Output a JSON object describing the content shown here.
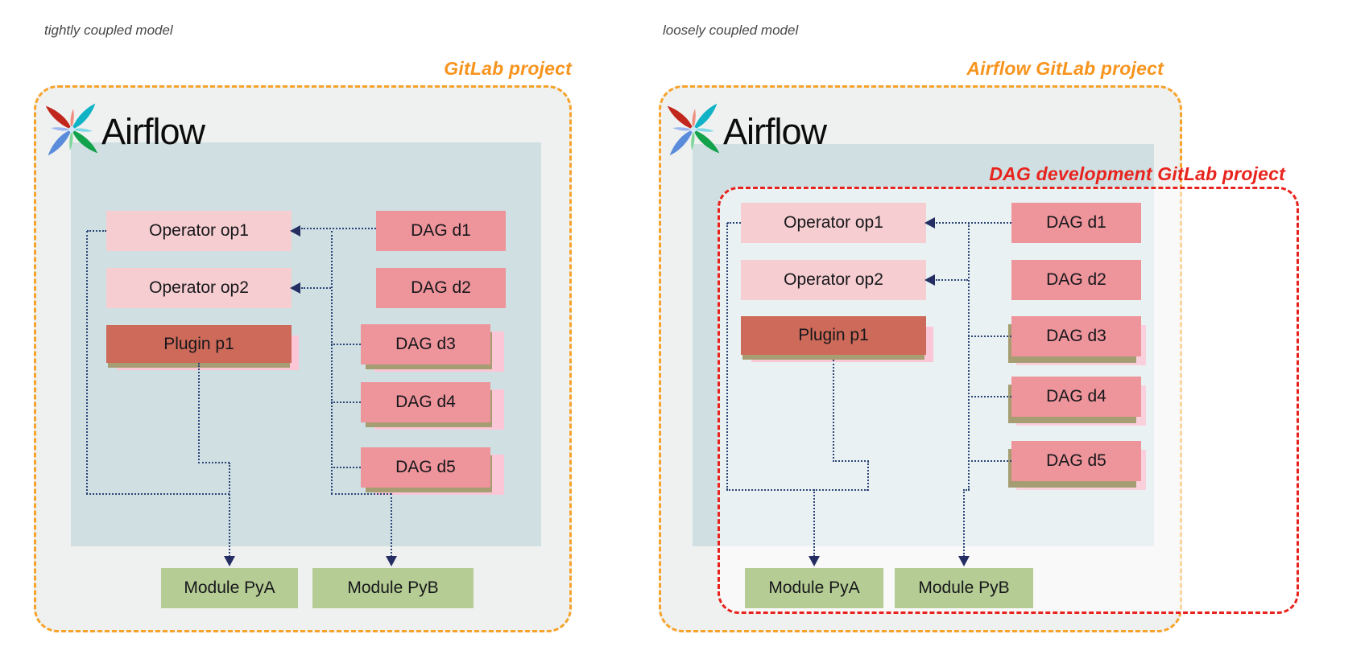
{
  "left": {
    "title": "tightly coupled model",
    "project_label": "GitLab project",
    "brand": "Airflow",
    "operators": [
      "Operator op1",
      "Operator op2"
    ],
    "plugin": "Plugin p1",
    "dags": [
      "DAG d1",
      "DAG d2",
      "DAG d3",
      "DAG d4",
      "DAG d5"
    ],
    "modules": [
      "Module PyA",
      "Module PyB"
    ]
  },
  "right": {
    "title": "loosely coupled model",
    "project_label": "Airflow GitLab project",
    "dag_project_label": "DAG development GitLab project",
    "brand": "Airflow",
    "operators": [
      "Operator op1",
      "Operator op2"
    ],
    "plugin": "Plugin p1",
    "dags": [
      "DAG d1",
      "DAG d2",
      "DAG d3",
      "DAG d4",
      "DAG d5"
    ],
    "modules": [
      "Module PyA",
      "Module PyB"
    ]
  },
  "colors": {
    "orange_accent": "#f7941e",
    "red_accent": "#e8231d",
    "connector_navy": "#2c4577",
    "arrowhead_navy": "#242e62",
    "operator_pink": "#f6ced1",
    "dag_salmon": "#ee949b",
    "plugin_terracotta": "#cd6a59",
    "module_green": "#b5cd94",
    "inner_blue": "#cfdfe2",
    "project_fill": "#eff1f0",
    "duplicate_pink": "#fbc6d6",
    "duplicate_tan": "#a69d72"
  }
}
